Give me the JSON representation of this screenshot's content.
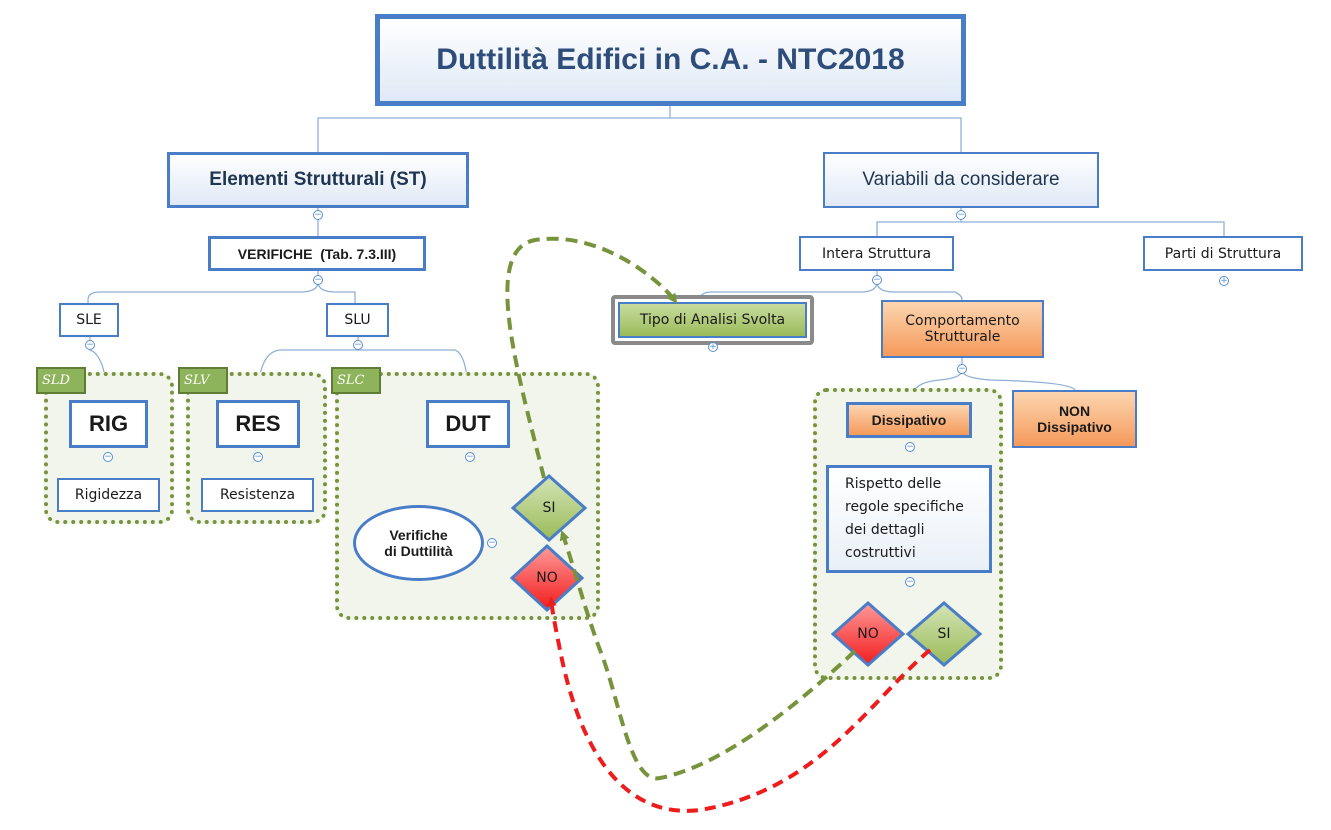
{
  "title": "Duttilità Edifici in C.A. - NTC2018",
  "left_branch": {
    "label": "Elementi Strutturali (ST)",
    "verifiche": "VERIFICHE  (Tab. 7.3.III)",
    "sle": "SLE",
    "slu": "SLU",
    "zones": {
      "sld": {
        "tag": "SLD",
        "main": "RIG",
        "sub": "Rigidezza"
      },
      "slv": {
        "tag": "SLV",
        "main": "RES",
        "sub": "Resistenza"
      },
      "slc": {
        "tag": "SLC",
        "main": "DUT",
        "ellipse_line1": "Verifiche",
        "ellipse_line2": "di Duttilità",
        "yes": "SI",
        "no": "NO"
      }
    }
  },
  "right_branch": {
    "label": "Variabili da considerare",
    "intera": "Intera Struttura",
    "parti": "Parti di Struttura",
    "tipo_analisi": "Tipo di Analisi Svolta",
    "comportamento_line1": "Comportamento",
    "comportamento_line2": "Strutturale",
    "dissipativo": "Dissipativo",
    "non_dissipativo_line1": "NON",
    "non_dissipativo_line2": "Dissipativo",
    "rispetto_lines": [
      "Rispetto delle",
      "regole specifiche",
      "dei dettagli",
      "costruttivi"
    ],
    "no": "NO",
    "yes": "SI"
  },
  "colors": {
    "border_blue": "#4a7dc8",
    "title_text": "#2e4d7b",
    "green_zone": "#77933c",
    "green_arrow": "#77933c",
    "red_arrow": "#ee1c1c",
    "orange_fill": "#f7a86b",
    "green_fill": "#9bbb59",
    "red_fill": "#ff4a4a"
  }
}
